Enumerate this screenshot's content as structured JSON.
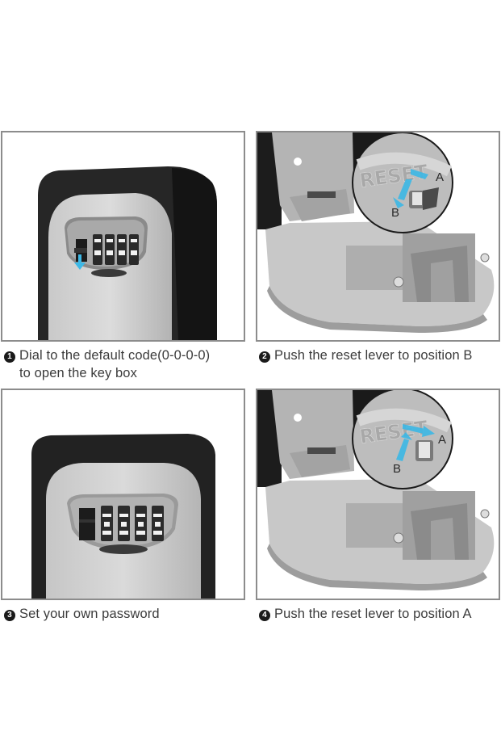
{
  "steps": [
    {
      "number": "1",
      "caption_line1": "Dial to the default code(0-0-0-0)",
      "caption_line2": "to open the key box",
      "image": "key-lock-box-front-dial-arrow-down"
    },
    {
      "number": "2",
      "caption_line1": "Push the reset lever to position B",
      "image": "open-key-box-reset-lever-zoom",
      "callout": {
        "text": "RESET",
        "label_a": "A",
        "label_b": "B",
        "arrow_direction": "toward-B"
      }
    },
    {
      "number": "3",
      "caption_line1": "Set your own password",
      "image": "key-lock-box-front-dials"
    },
    {
      "number": "4",
      "caption_line1": "Push the reset lever to position A",
      "image": "open-key-box-reset-lever-zoom",
      "callout": {
        "text": "RESET",
        "label_a": "A",
        "label_b": "B",
        "arrow_direction": "toward-A"
      }
    }
  ],
  "colors": {
    "arrow": "#3cb8e6",
    "frame": "#8c8c8c",
    "case_black": "#1e1e1e",
    "metal": "#b9b9b9"
  }
}
